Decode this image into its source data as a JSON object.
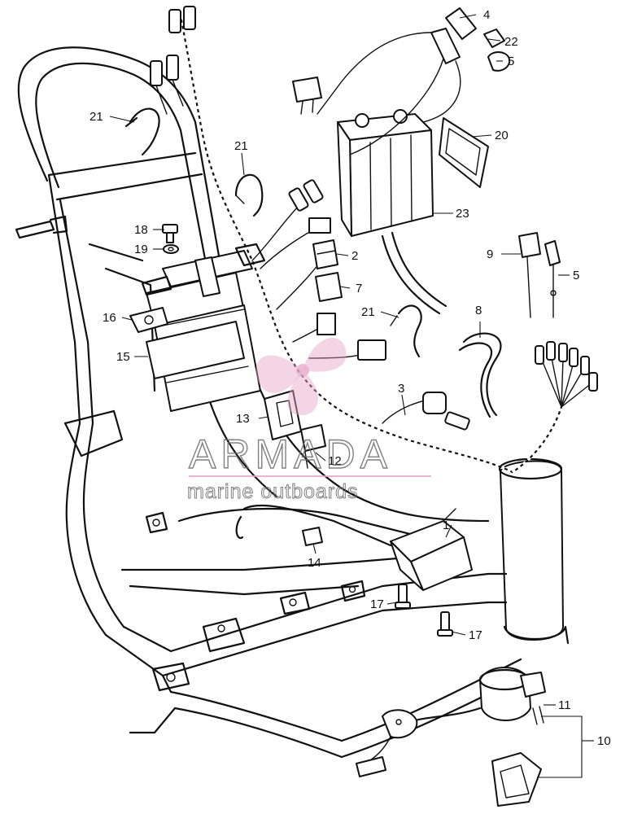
{
  "labels": [
    {
      "id": "1",
      "text": "1"
    },
    {
      "id": "2",
      "text": "2"
    },
    {
      "id": "3",
      "text": "3"
    },
    {
      "id": "4",
      "text": "4"
    },
    {
      "id": "5a",
      "text": "5"
    },
    {
      "id": "5b",
      "text": "5"
    },
    {
      "id": "7",
      "text": "7"
    },
    {
      "id": "8",
      "text": "8"
    },
    {
      "id": "9",
      "text": "9"
    },
    {
      "id": "10",
      "text": "10"
    },
    {
      "id": "11",
      "text": "11"
    },
    {
      "id": "12",
      "text": "12"
    },
    {
      "id": "13",
      "text": "13"
    },
    {
      "id": "14",
      "text": "14"
    },
    {
      "id": "15",
      "text": "15"
    },
    {
      "id": "16",
      "text": "16"
    },
    {
      "id": "17a",
      "text": "17"
    },
    {
      "id": "17b",
      "text": "17"
    },
    {
      "id": "18",
      "text": "18"
    },
    {
      "id": "19",
      "text": "19"
    },
    {
      "id": "20",
      "text": "20"
    },
    {
      "id": "21a",
      "text": "21"
    },
    {
      "id": "21b",
      "text": "21"
    },
    {
      "id": "21c",
      "text": "21"
    },
    {
      "id": "22",
      "text": "22"
    },
    {
      "id": "23",
      "text": "23"
    }
  ],
  "watermark": {
    "title": "ARMADA",
    "subtitle": "marine outboards",
    "logo_color": "#e7a6c8",
    "text_color": "#6b6b6b"
  },
  "colors": {
    "line": "#111111",
    "background": "#ffffff"
  }
}
